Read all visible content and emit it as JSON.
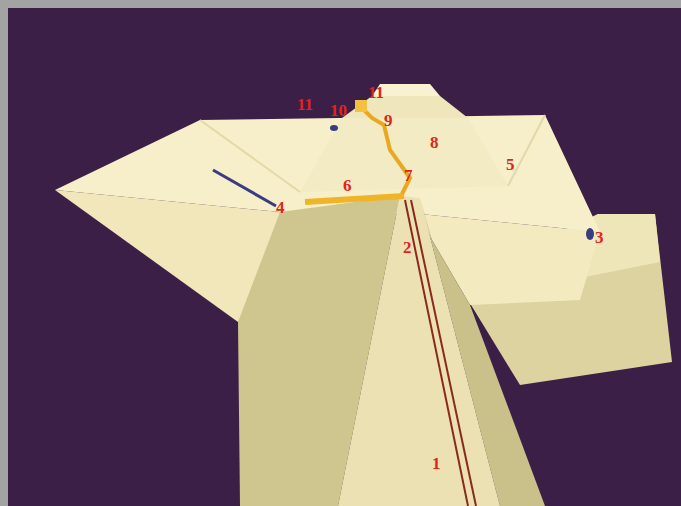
{
  "diagram": {
    "labels": [
      "11",
      "11",
      "10",
      "9",
      "8",
      "7",
      "6",
      "5",
      "4",
      "3",
      "2",
      "1"
    ]
  }
}
